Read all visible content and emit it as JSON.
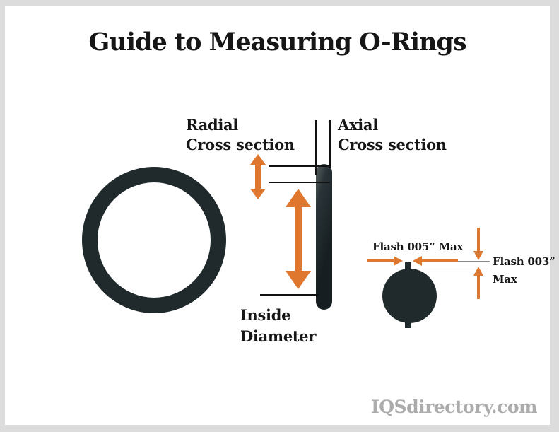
{
  "page": {
    "title": "Guide to Measuring O-Rings",
    "watermark": "IQSdirectory.com"
  },
  "labels": {
    "radial": {
      "line1": "Radial",
      "line2": "Cross section"
    },
    "axial": {
      "line1": "Axial",
      "line2": "Cross section"
    },
    "inside_diameter": {
      "line1": "Inside",
      "line2": "Diameter"
    },
    "flash_axial": "Flash 005” Max",
    "flash_radial": {
      "line1": "Flash 003”",
      "line2": "Max"
    }
  },
  "colors": {
    "accent-orange": "#DF772F",
    "ring-dark": "#202A2D",
    "frame-gray": "#DCDCDC",
    "text-dark": "#161616",
    "watermark-gray": "#ACACAC",
    "line-black": "#111111",
    "thin-line-gray": "#8A8A8A"
  }
}
